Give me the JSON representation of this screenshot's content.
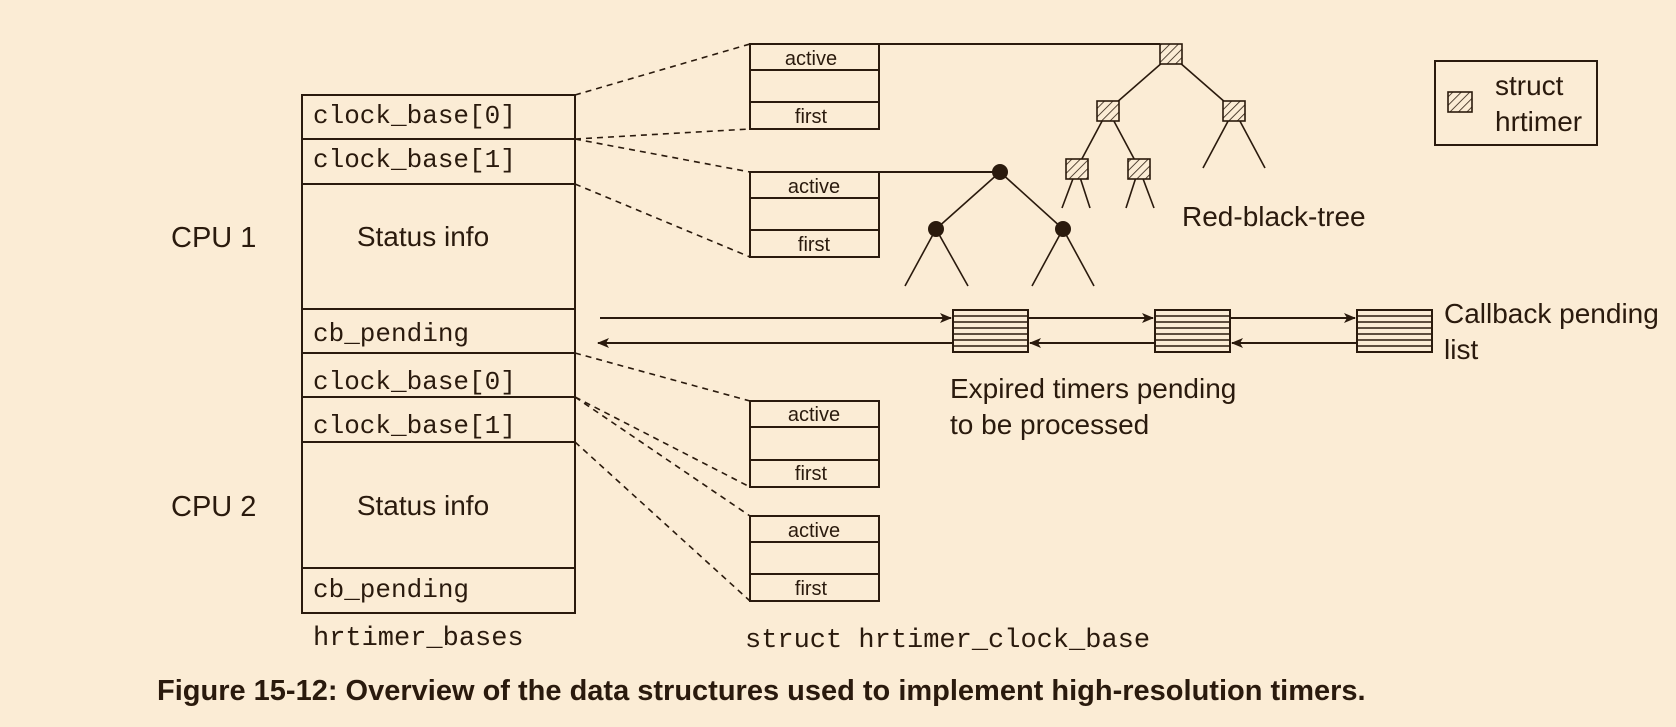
{
  "cpu1": {
    "label": "CPU 1",
    "rows": [
      "clock_base[0]",
      "clock_base[1]",
      "Status info",
      "cb_pending"
    ]
  },
  "cpu2": {
    "label": "CPU 2",
    "rows": [
      "clock_base[0]",
      "clock_base[1]",
      "Status info",
      "cb_pending"
    ]
  },
  "hrtimer_bases_label": "hrtimer_bases",
  "clock_base_label": "struct hrtimer_clock_base",
  "clock_base_fields": {
    "active": "active",
    "first": "first"
  },
  "legend": {
    "line1": "struct",
    "line2": "hrtimer"
  },
  "rbtree_label": "Red-black-tree",
  "expired_label": {
    "line1": "Expired timers pending",
    "line2": "to be processed"
  },
  "callback_label": {
    "line1": "Callback pending",
    "line2": "list"
  },
  "caption": "Figure 15-12: Overview of the data structures used to implement high-resolution timers.",
  "colors": {
    "background": "#fbecd5",
    "ink": "#2a1a0d"
  }
}
